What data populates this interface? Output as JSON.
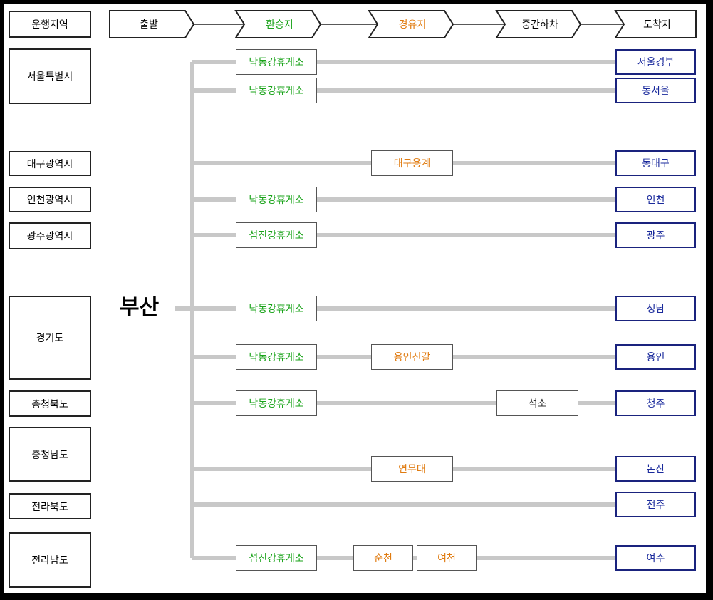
{
  "header": {
    "region": "운행지역",
    "start": "출발",
    "transfer": "환승지",
    "via": "경유지",
    "drop": "중간하차",
    "arrival": "도착지"
  },
  "origin": "부산",
  "regions": [
    {
      "name": "서울특별시"
    },
    {
      "name": "대구광역시"
    },
    {
      "name": "인천광역시"
    },
    {
      "name": "광주광역시"
    },
    {
      "name": "경기도"
    },
    {
      "name": "충청북도"
    },
    {
      "name": "충청남도"
    },
    {
      "name": "전라북도"
    },
    {
      "name": "전라남도"
    }
  ],
  "routes": [
    {
      "transfer": "낙동강휴게소",
      "via": [],
      "drop": "",
      "dest": "서울경부"
    },
    {
      "transfer": "낙동강휴게소",
      "via": [],
      "drop": "",
      "dest": "동서울"
    },
    {
      "transfer": "",
      "via": [
        "대구용계"
      ],
      "drop": "",
      "dest": "동대구"
    },
    {
      "transfer": "낙동강휴게소",
      "via": [],
      "drop": "",
      "dest": "인천"
    },
    {
      "transfer": "섬진강휴게소",
      "via": [],
      "drop": "",
      "dest": "광주"
    },
    {
      "transfer": "낙동강휴게소",
      "via": [],
      "drop": "",
      "dest": "성남"
    },
    {
      "transfer": "낙동강휴게소",
      "via": [
        "용인신갈"
      ],
      "drop": "",
      "dest": "용인"
    },
    {
      "transfer": "낙동강휴게소",
      "via": [],
      "drop": "석소",
      "dest": "청주"
    },
    {
      "transfer": "",
      "via": [
        "연무대"
      ],
      "drop": "",
      "dest": "논산"
    },
    {
      "transfer": "",
      "via": [],
      "drop": "",
      "dest": "전주"
    },
    {
      "transfer": "섬진강휴게소",
      "via": [
        "순천",
        "여천"
      ],
      "drop": "",
      "dest": "여수"
    }
  ],
  "colors": {
    "transfer": "#1aa31a",
    "via": "#e07b10",
    "dest": "#1a2a9c",
    "line": "#c8c8c8"
  }
}
